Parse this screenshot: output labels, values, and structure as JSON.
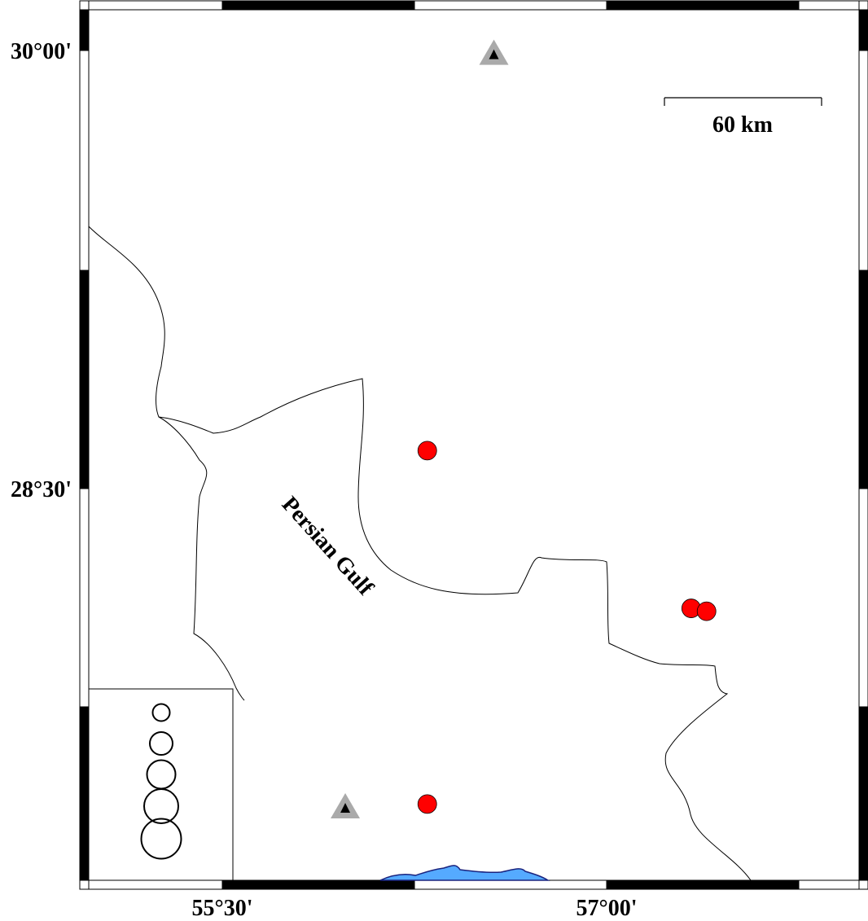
{
  "map": {
    "axis_labels": {
      "lat": [
        {
          "text": "30°00'",
          "value": 30.0
        },
        {
          "text": "28°30'",
          "value": 28.5
        }
      ],
      "lon": [
        {
          "text": "55°30'",
          "value": 55.5
        },
        {
          "text": "57°00'",
          "value": 57.0
        }
      ]
    },
    "scale_bar": {
      "label": "60 km"
    },
    "region_label": "Persian Gulf",
    "colors": {
      "event": "#ff0000",
      "station_outer": "#aaaaaa",
      "station_inner": "#000000",
      "water": "#55aaff",
      "water_edge": "#1a237e"
    },
    "events": [
      {
        "lon": 56.3,
        "lat": 28.63
      },
      {
        "lon": 57.33,
        "lat": 28.09
      },
      {
        "lon": 57.39,
        "lat": 28.08
      },
      {
        "lon": 56.3,
        "lat": 27.42
      }
    ],
    "stations": [
      {
        "lon": 56.56,
        "lat": 29.99
      },
      {
        "lon": 55.98,
        "lat": 27.41
      }
    ],
    "legend": {
      "sizes": [
        1,
        2,
        3,
        4,
        5
      ]
    }
  }
}
